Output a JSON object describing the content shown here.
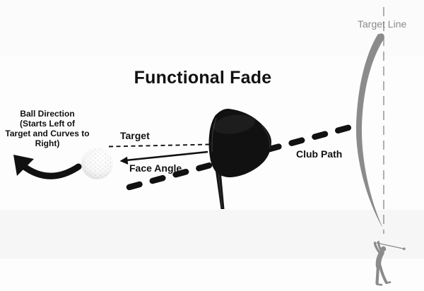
{
  "title": "Functional Fade",
  "colors": {
    "ink": "#111111",
    "gray": "#8b8b8b",
    "band": "#f6f6f6",
    "bg": "#fdfdfd"
  },
  "annotations": {
    "target_line_label": "Target Line",
    "target_label": "Target",
    "face_angle_label": "Face Angle",
    "club_path_label": "Club Path",
    "ball_direction_lines": [
      "Ball Direction",
      "(Starts Left of",
      "Target and Curves to",
      "Right)"
    ]
  }
}
